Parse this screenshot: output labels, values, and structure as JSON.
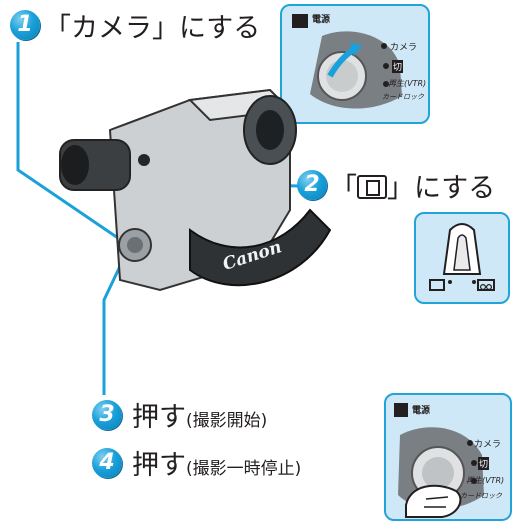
{
  "steps": [
    {
      "number": "1",
      "text": "「カメラ」にする"
    },
    {
      "number": "2",
      "text_left": "「",
      "text_right": "」にする"
    },
    {
      "number": "3",
      "text": "押す",
      "sub": "(撮影開始)"
    },
    {
      "number": "4",
      "text": "押す",
      "sub": "(撮影一時停止)"
    }
  ],
  "panel_top": {
    "power_label": "電源",
    "camera_label": "カメラ",
    "off_label": "切",
    "play_label": "再生(VTR)",
    "lock_label": "カードロック"
  },
  "panel_bottom": {
    "power_label": "電源",
    "camera_label": "カメラ",
    "off_label": "切",
    "play_label": "再生(VTR)",
    "lock_label": "カードロック"
  },
  "camera": {
    "brand": "Canon"
  },
  "colors": {
    "accent": "#1aa0da",
    "panel": "#cfe8f7",
    "line": "#1aa0da"
  }
}
